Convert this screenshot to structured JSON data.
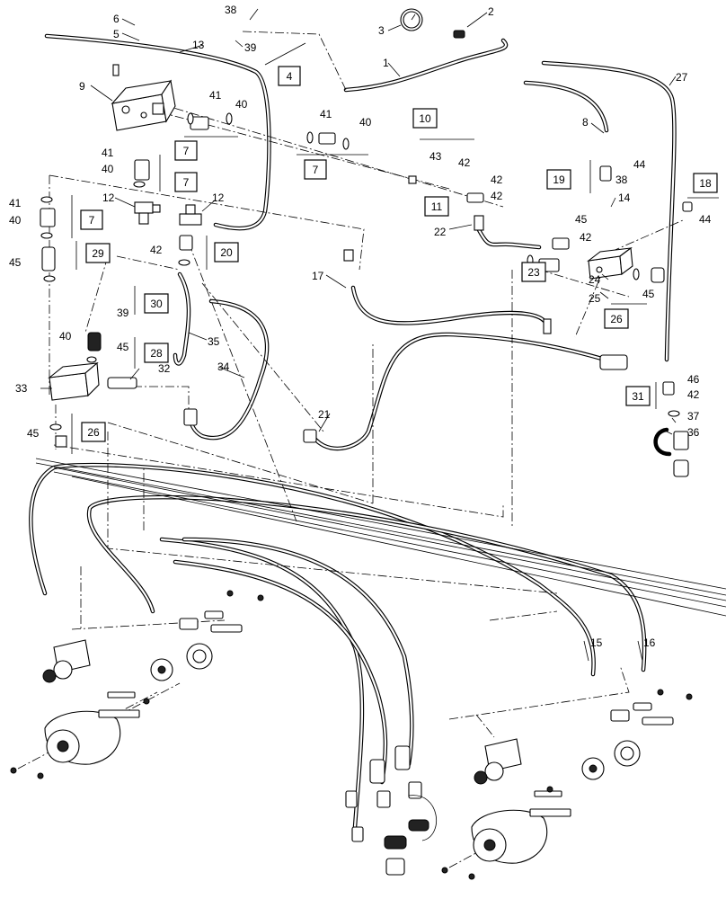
{
  "callouts": [
    "1",
    "2",
    "3",
    "5",
    "6",
    "8",
    "9",
    "12",
    "12",
    "13",
    "14",
    "15",
    "16",
    "17",
    "21",
    "22",
    "24",
    "25",
    "27",
    "32",
    "33",
    "34",
    "35",
    "36",
    "37",
    "38",
    "38",
    "39",
    "39",
    "40",
    "40",
    "40",
    "40",
    "40",
    "41",
    "41",
    "41",
    "41",
    "42",
    "42",
    "42",
    "42",
    "42",
    "42",
    "43",
    "44",
    "44",
    "45",
    "45",
    "45",
    "45",
    "45",
    "46"
  ],
  "boxed_callouts": [
    "4",
    "7",
    "7",
    "7",
    "7",
    "10",
    "11",
    "18",
    "19",
    "20",
    "23",
    "26",
    "26",
    "28",
    "29",
    "30",
    "31"
  ]
}
